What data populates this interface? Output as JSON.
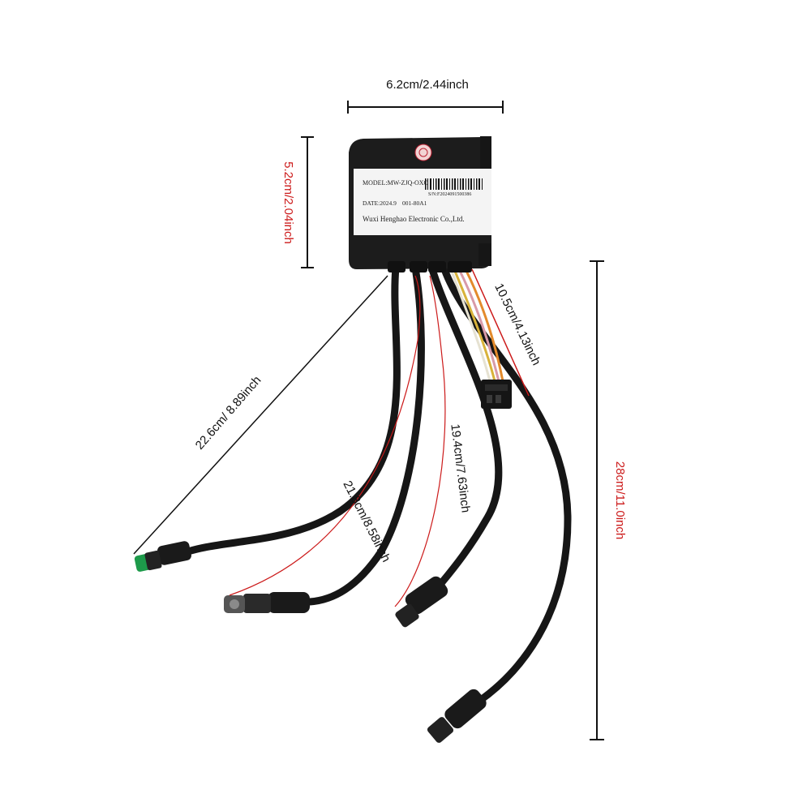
{
  "dimensions": {
    "width": "6.2cm/2.44inch",
    "height": "5.2cm/2.04inch",
    "cable_1": "22.6cm/ 8.89inch",
    "cable_2": "21.8cm/8.58inch",
    "cable_3": "19.4cm/7.63inch",
    "cable_4": "10.5cm/4.13inch",
    "cable_5": "28cm/11.0inch"
  },
  "label": {
    "model": "MODEL:MW-ZJQ-OXO",
    "serial": "S/N:F2024091500386",
    "date": "DATE:2024.9",
    "code": "001-80A1",
    "manufacturer": "Wuxi Henghao Electronic Co.,Ltd."
  },
  "colors": {
    "dimension_red": "#cc1a1a",
    "dimension_black": "#111111",
    "device_body": "#1c1c1c",
    "cable": "#161616",
    "connector_green": "#1d9a4a"
  }
}
